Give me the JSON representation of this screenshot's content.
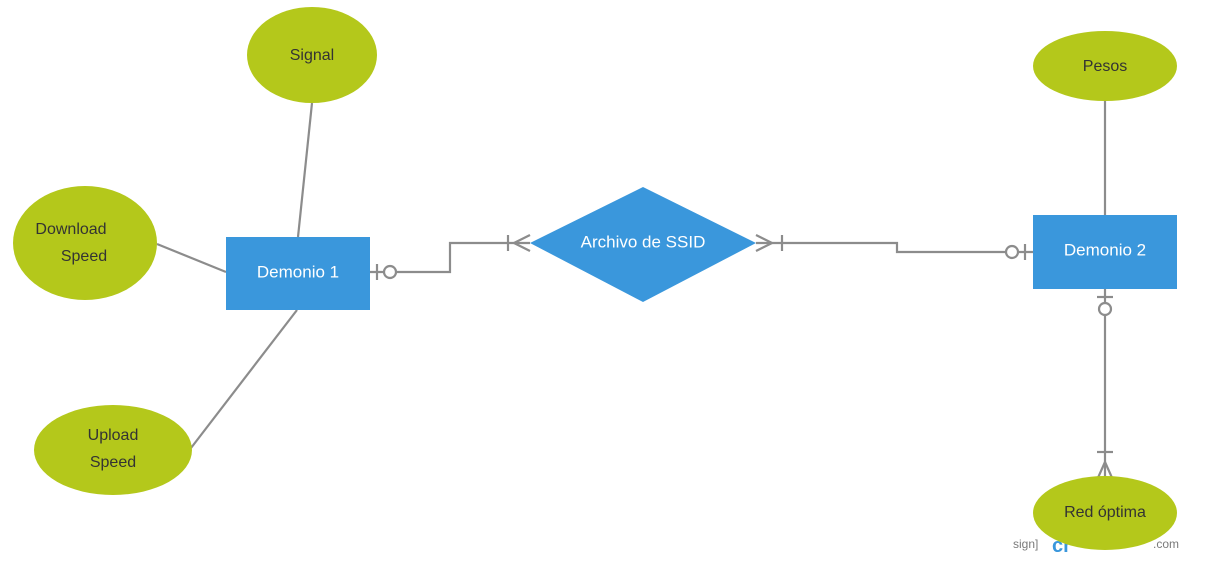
{
  "diagram": {
    "entities": {
      "demonio1": {
        "label": "Demonio 1"
      },
      "demonio2": {
        "label": "Demonio 2"
      }
    },
    "relationship": {
      "label": "Archivo de SSID"
    },
    "attributes": {
      "signal": {
        "label": "Signal"
      },
      "download_speed": {
        "line1": "Download",
        "line2": "Speed"
      },
      "upload_speed": {
        "line1": "Upload",
        "line2": "Speed"
      },
      "pesos": {
        "label": "Pesos"
      },
      "red_optima": {
        "label": "Red óptima"
      }
    },
    "colors": {
      "entity_fill": "#3a97dc",
      "relationship_fill": "#3a97dc",
      "attribute_fill": "#b4c81b",
      "connector": "#8c8c8c",
      "background": "#ffffff"
    }
  },
  "watermark": {
    "prefix": "sign]",
    "logo": "cr",
    "suffix": ".com"
  }
}
